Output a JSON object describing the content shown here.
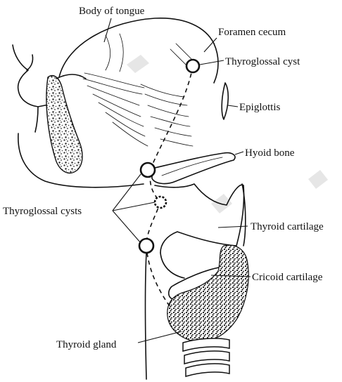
{
  "labels": {
    "body_of_tongue": "Body of tongue",
    "foramen_cecum": "Foramen cecum",
    "thyroglossal_cyst": "Thyroglossal cyst",
    "epiglottis": "Epiglottis",
    "hyoid_bone": "Hyoid bone",
    "thyroglossal_cysts": "Thyroglossal cysts",
    "thyroid_cartilage": "Thyroid cartilage",
    "cricoid_cartilage": "Cricoid cartilage",
    "thyroid_gland": "Thyroid gland"
  },
  "colors": {
    "ink": "#111111",
    "background": "#ffffff",
    "watermark": "#cfcfcf"
  }
}
